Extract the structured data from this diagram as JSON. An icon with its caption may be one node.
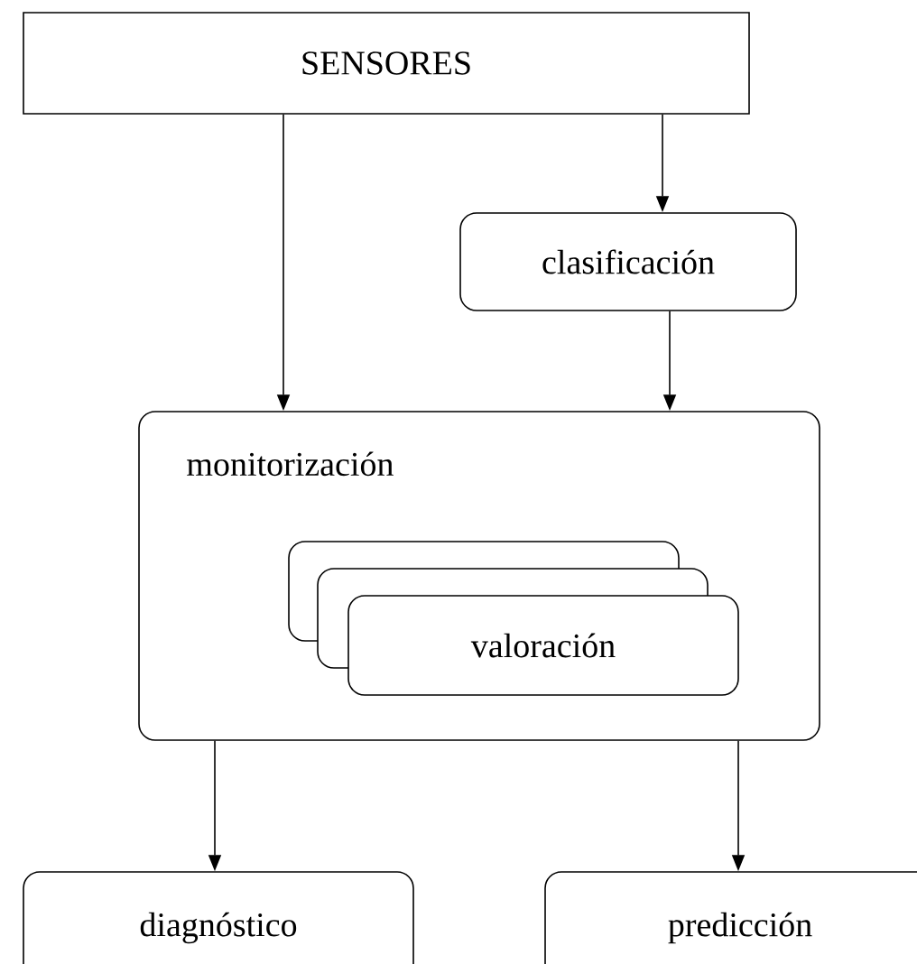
{
  "diagram": {
    "nodes": [
      {
        "text": [
          "SENSORES"
        ]
      },
      {
        "text": [
          "clasificación"
        ]
      },
      {
        "text": [
          "monitorización"
        ]
      },
      {
        "text": [
          "valoración"
        ],
        "in": 2
      },
      {
        "text": [
          "diagnóstico"
        ]
      },
      {
        "text": [
          "predicción"
        ]
      }
    ],
    "edges": [
      {
        "from": 0,
        "to": 1,
        "arrow": "to"
      },
      {
        "from": 0,
        "to": 2,
        "arrow": "to"
      },
      {
        "from": 1,
        "to": 2,
        "arrow": "to"
      },
      {
        "from": 2,
        "to": 4,
        "arrow": "to"
      },
      {
        "from": 2,
        "to": 5,
        "arrow": "to"
      }
    ]
  }
}
